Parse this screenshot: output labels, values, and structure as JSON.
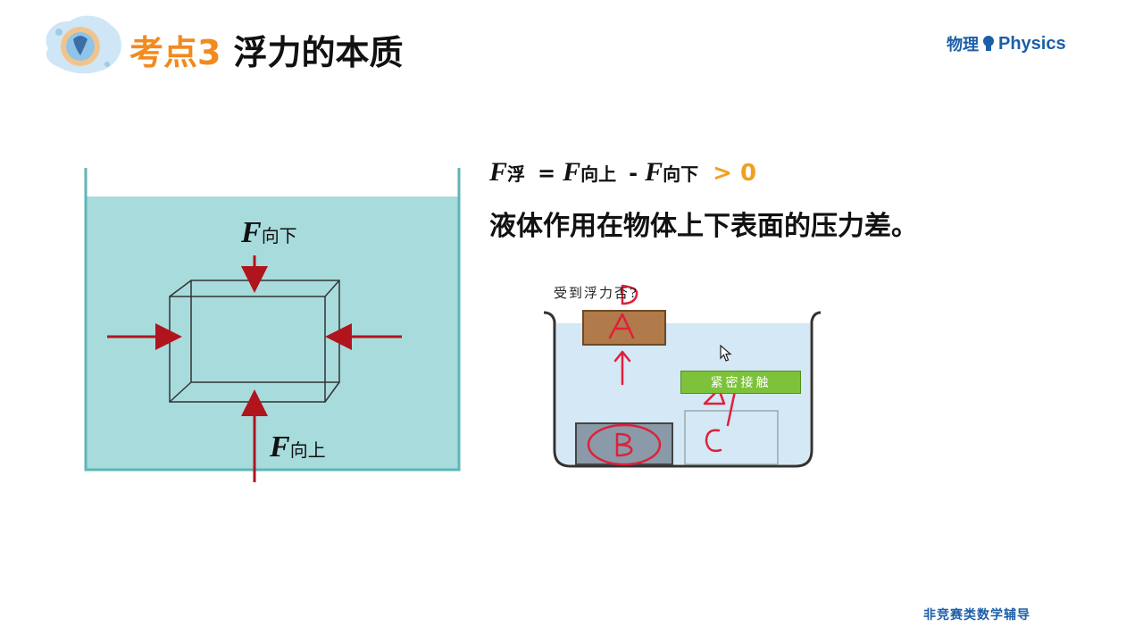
{
  "header": {
    "title_prefix": "考点3",
    "title_main": "浮力的本质",
    "brand_cn": "物理",
    "brand_en": "Physics"
  },
  "left_diagram": {
    "label_down_symbol": "F",
    "label_down_sub": "向下",
    "label_up_symbol": "F",
    "label_up_sub": "向上"
  },
  "formula": {
    "sym1": "F",
    "sub1": "浮",
    "eq": "=",
    "sym2": "F",
    "sub2": "向上",
    "minus": "-",
    "sym3": "F",
    "sub3": "向下",
    "gt": "> 0"
  },
  "description": "液体作用在物体上下表面的压力差。",
  "right_diagram": {
    "question": "受到浮力否?",
    "contact_button": "紧密接触",
    "annotations": [
      "A",
      "B",
      "C",
      "D"
    ]
  },
  "footer": "非竞赛类数学辅导",
  "colors": {
    "accent_orange": "#f28a1e",
    "brand_blue": "#1c5fa8",
    "water": "#a8dcdc",
    "arrow_red": "#b0141c",
    "ink_red": "#e0203a",
    "button_green": "#7dc23a"
  }
}
